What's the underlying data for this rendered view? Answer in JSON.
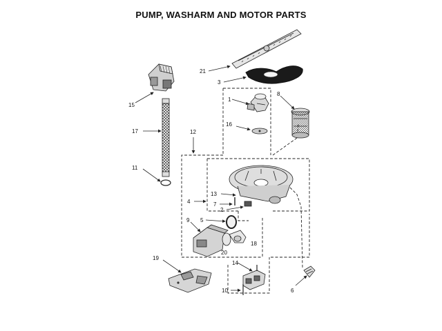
{
  "title": "PUMP, WASHARM AND MOTOR PARTS",
  "callouts": {
    "c21": "21",
    "c3": "3",
    "c15": "15",
    "c1": "1",
    "c8": "8",
    "c16": "16",
    "c17": "17",
    "c12": "12",
    "c11": "11",
    "c13": "13",
    "c4": "4",
    "c7": "7",
    "c2": "2",
    "c9": "9",
    "c5": "5",
    "c18": "18",
    "c20": "20",
    "c19": "19",
    "c14": "14",
    "c10": "10",
    "c6": "6"
  }
}
